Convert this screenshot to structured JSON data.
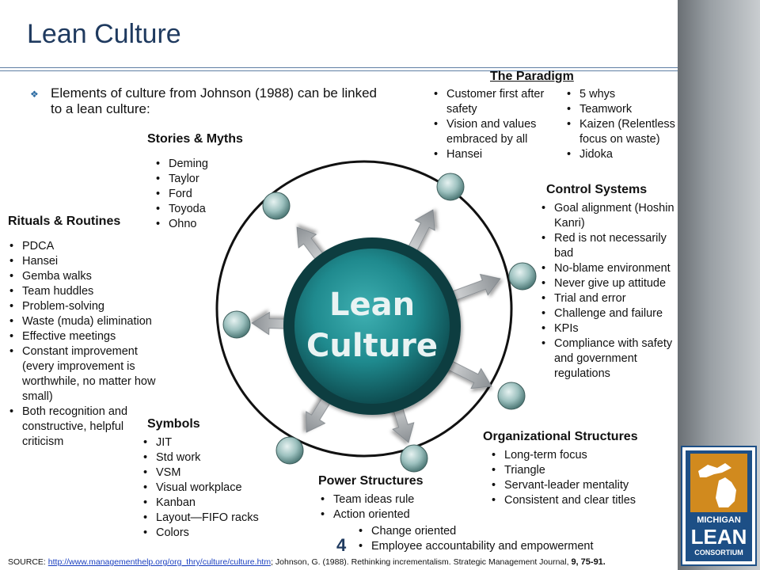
{
  "title": "Lean Culture",
  "intro": "Elements of culture from Johnson (1988) can be linked to a lean culture:",
  "center_label_line1": "Lean",
  "center_label_line2": "Culture",
  "groups": {
    "paradigm": {
      "heading": "The Paradigm",
      "col1": [
        "Customer first after safety",
        "Vision and values embraced by all",
        "Hansei"
      ],
      "col2": [
        "5 whys",
        "Teamwork",
        "Kaizen (Relentless focus on waste)",
        "Jidoka"
      ]
    },
    "stories": {
      "heading": "Stories & Myths",
      "items": [
        "Deming",
        "Taylor",
        "Ford",
        "Toyoda",
        "Ohno"
      ]
    },
    "rituals": {
      "heading": "Rituals & Routines",
      "items": [
        "PDCA",
        "Hansei",
        "Gemba walks",
        "Team huddles",
        "Problem-solving",
        "Waste (muda) elimination",
        "Effective meetings",
        "Constant improvement (every improvement is worthwhile, no matter how small)",
        "Both recognition and constructive, helpful criticism"
      ]
    },
    "control": {
      "heading": "Control Systems",
      "items": [
        "Goal alignment (Hoshin Kanri)",
        "Red is not necessarily bad",
        "No-blame environment",
        "Never give up attitude",
        "Trial and error",
        "Challenge and failure",
        "KPIs",
        "Compliance with safety and government regulations"
      ]
    },
    "symbols": {
      "heading": "Symbols",
      "items": [
        "JIT",
        "Std work",
        "VSM",
        "Visual workplace",
        "Kanban",
        "Layout—FIFO racks",
        "Colors"
      ]
    },
    "power": {
      "heading": "Power Structures",
      "items": [
        "Team ideas rule",
        "Action oriented"
      ],
      "items2": [
        "Change oriented",
        "Employee accountability and empowerment"
      ]
    },
    "org": {
      "heading": "Organizational Structures",
      "items": [
        "Long-term focus",
        "Triangle",
        "Servant-leader mentality",
        "Consistent and clear titles"
      ]
    }
  },
  "page_number": "4",
  "source": {
    "prefix": "SOURCE: ",
    "link": "http://www.managementhelp.org/org_thry/culture/culture.htm",
    "rest": "; Johnson, G. (1988). Rethinking incrementalism. Strategic Management Journal, ",
    "pages": "9, 75-91."
  },
  "logo": {
    "line1": "MICHIGAN",
    "line2": "LEAN",
    "line3": "CONSORTIUM"
  },
  "colors": {
    "title": "#1f3a5f",
    "rule": "#5f7fa3",
    "center_dark": "#0e4e52",
    "center_teal": "#1f8a8e",
    "node": "#8fb5b3",
    "logo_blue": "#1d4f86",
    "logo_gold": "#d18a1e"
  }
}
